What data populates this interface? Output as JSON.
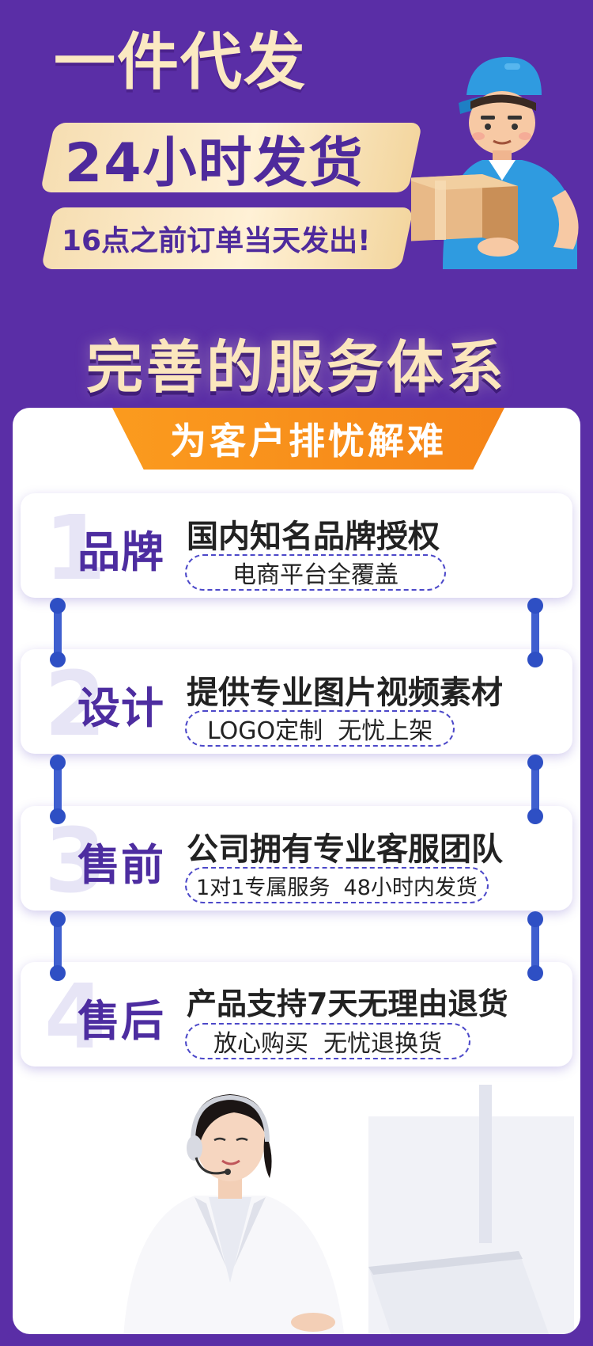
{
  "hero": {
    "title": "一件代发",
    "banner_main": "24小时发货",
    "banner_sub": "16点之前订单当天发出!"
  },
  "section": {
    "title": "完善的服务体系",
    "ribbon": "为客户排忧解难"
  },
  "services": [
    {
      "number": "1",
      "label": "品牌",
      "main": "国内知名品牌授权",
      "sub": "电商平台全覆盖"
    },
    {
      "number": "2",
      "label": "设计",
      "main": "提供专业图片视频素材",
      "sub": "LOGO定制  无忧上架"
    },
    {
      "number": "3",
      "label": "售前",
      "main": "公司拥有专业客服团队",
      "sub": "1对1专属服务  48小时内发货"
    },
    {
      "number": "4",
      "label": "售后",
      "main": "产品支持7天无理由退货",
      "sub": "放心购买  无忧退换货"
    }
  ],
  "colors": {
    "background": "#5a2ea6",
    "gold_text": "#fbe9c2",
    "brand_purple": "#4d2da0",
    "ribbon_orange": "#f58418",
    "connector_blue": "#3f5fcf"
  },
  "illustrations": {
    "courier": "delivery-man-with-box-illustration",
    "agent": "customer-service-agent-with-headset-photo"
  }
}
